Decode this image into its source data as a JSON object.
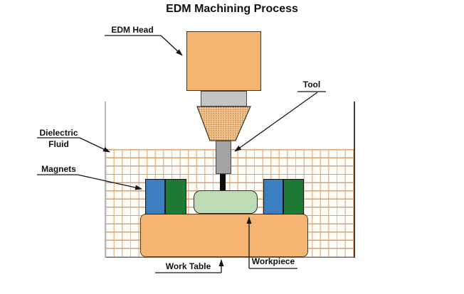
{
  "title": "EDM Machining Process",
  "labels": {
    "edm_head": "EDM Head",
    "tool": "Tool",
    "dielectric_line1": "Dielectric",
    "dielectric_line2": "Fluid",
    "magnets": "Magnets",
    "work_table": "Work Table",
    "workpiece": "Workpiece"
  },
  "diagram": {
    "type": "process-schematic",
    "subject": "Electrical Discharge Machining setup",
    "components": [
      {
        "name": "edm-head",
        "fill": "#f5b472"
      },
      {
        "name": "spindle-connector",
        "fill": "#c4c4c4"
      },
      {
        "name": "tool-holder-cone",
        "fill": "#eac089",
        "dot_texture": "#d2792f"
      },
      {
        "name": "tool-shaft",
        "fill": "#a3a3a3"
      },
      {
        "name": "electrode-tip",
        "fill": "#0d0d0d"
      },
      {
        "name": "workpiece",
        "fill": "#bddcb5"
      },
      {
        "name": "work-table",
        "fill": "#f5b472"
      },
      {
        "name": "magnet-blue",
        "fill": "#3b7ec2"
      },
      {
        "name": "magnet-green",
        "fill": "#1c7a35"
      },
      {
        "name": "dielectric-fluid-mesh",
        "line_color": "#d6a47a"
      },
      {
        "name": "tank-wall-left",
        "fill": "#b9b9b9"
      },
      {
        "name": "tank-wall-right",
        "fill": "#3f3f3f"
      }
    ]
  }
}
